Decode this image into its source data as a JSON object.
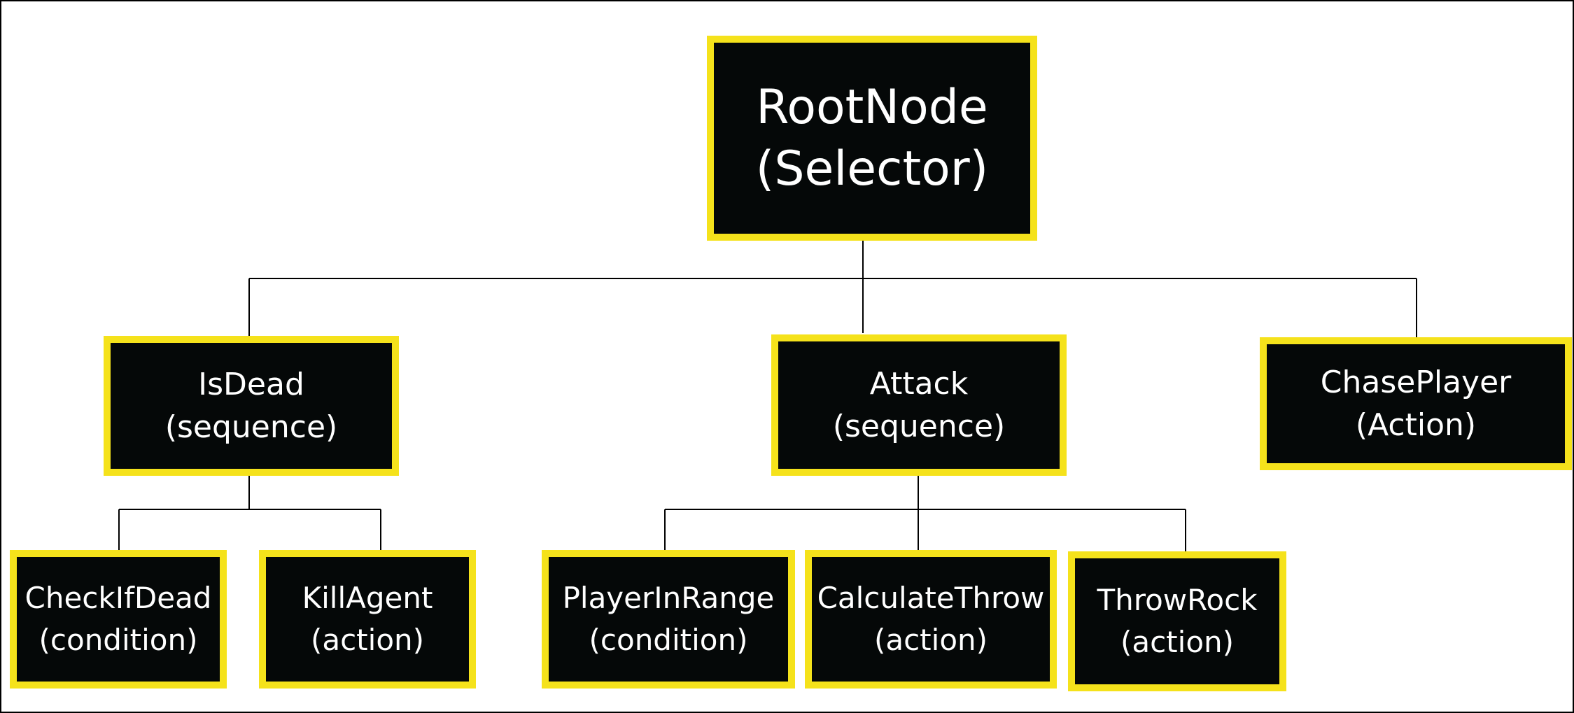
{
  "colors": {
    "node_border": "#f5e21b",
    "node_fill": "#050808",
    "node_text": "#ffffff",
    "connector": "#000000"
  },
  "tree": {
    "root": {
      "name": "RootNode",
      "type": "(Selector)"
    },
    "is_dead": {
      "name": "IsDead",
      "type": "(sequence)"
    },
    "attack": {
      "name": "Attack",
      "type": "(sequence)"
    },
    "chase_player": {
      "name": "ChasePlayer",
      "type": "(Action)"
    },
    "check_if_dead": {
      "name": "CheckIfDead",
      "type": "(condition)"
    },
    "kill_agent": {
      "name": "KillAgent",
      "type": "(action)"
    },
    "player_in_range": {
      "name": "PlayerInRange",
      "type": "(condition)"
    },
    "calculate_throw": {
      "name": "CalculateThrow",
      "type": "(action)"
    },
    "throw_rock": {
      "name": "ThrowRock",
      "type": "(action)"
    }
  }
}
